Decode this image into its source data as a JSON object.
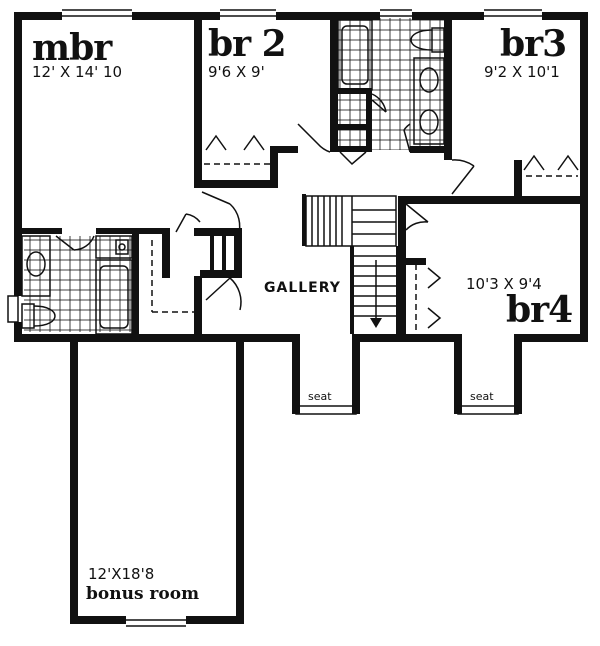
{
  "rooms": {
    "mbr": {
      "name": "mbr",
      "size": "12' X 14' 10"
    },
    "br2": {
      "name": "br 2",
      "size": "9'6 X 9'"
    },
    "br3": {
      "name": "br3",
      "size": "9'2 X 10'1"
    },
    "br4": {
      "name": "br4",
      "size": "10'3 X 9'4"
    },
    "gallery": {
      "name": "GALLERY"
    },
    "bonus": {
      "name": "bonus room",
      "size": "12'X18'8"
    }
  },
  "seats": {
    "left": "seat",
    "right": "seat"
  },
  "colors": {
    "ink": "#111111",
    "paper": "#ffffff"
  }
}
